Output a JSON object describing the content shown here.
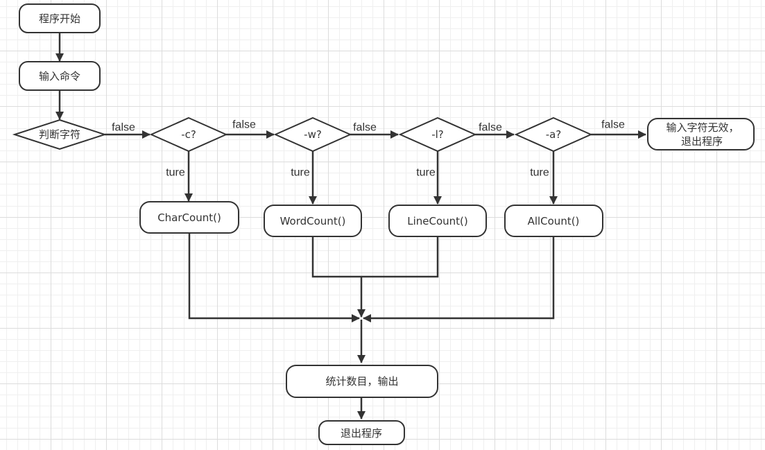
{
  "nodes": {
    "start": "程序开始",
    "input_command": "输入命令",
    "judge_char": "判断字符",
    "check_c": "-c?",
    "check_w": "-w?",
    "check_l": "-l?",
    "check_a": "-a?",
    "invalid_line1": "输入字符无效，",
    "invalid_line2": "退出程序",
    "char_count": "CharCount()",
    "word_count": "WordCount()",
    "line_count": "LineCount()",
    "all_count": "AllCount()",
    "stats_output": "统计数目，输出",
    "exit": "退出程序"
  },
  "edge_labels": {
    "false_1": "false",
    "false_2": "false",
    "false_3": "false",
    "false_4": "false",
    "false_5": "false",
    "true_c": "ture",
    "true_w": "ture",
    "true_l": "ture",
    "true_a": "ture"
  }
}
